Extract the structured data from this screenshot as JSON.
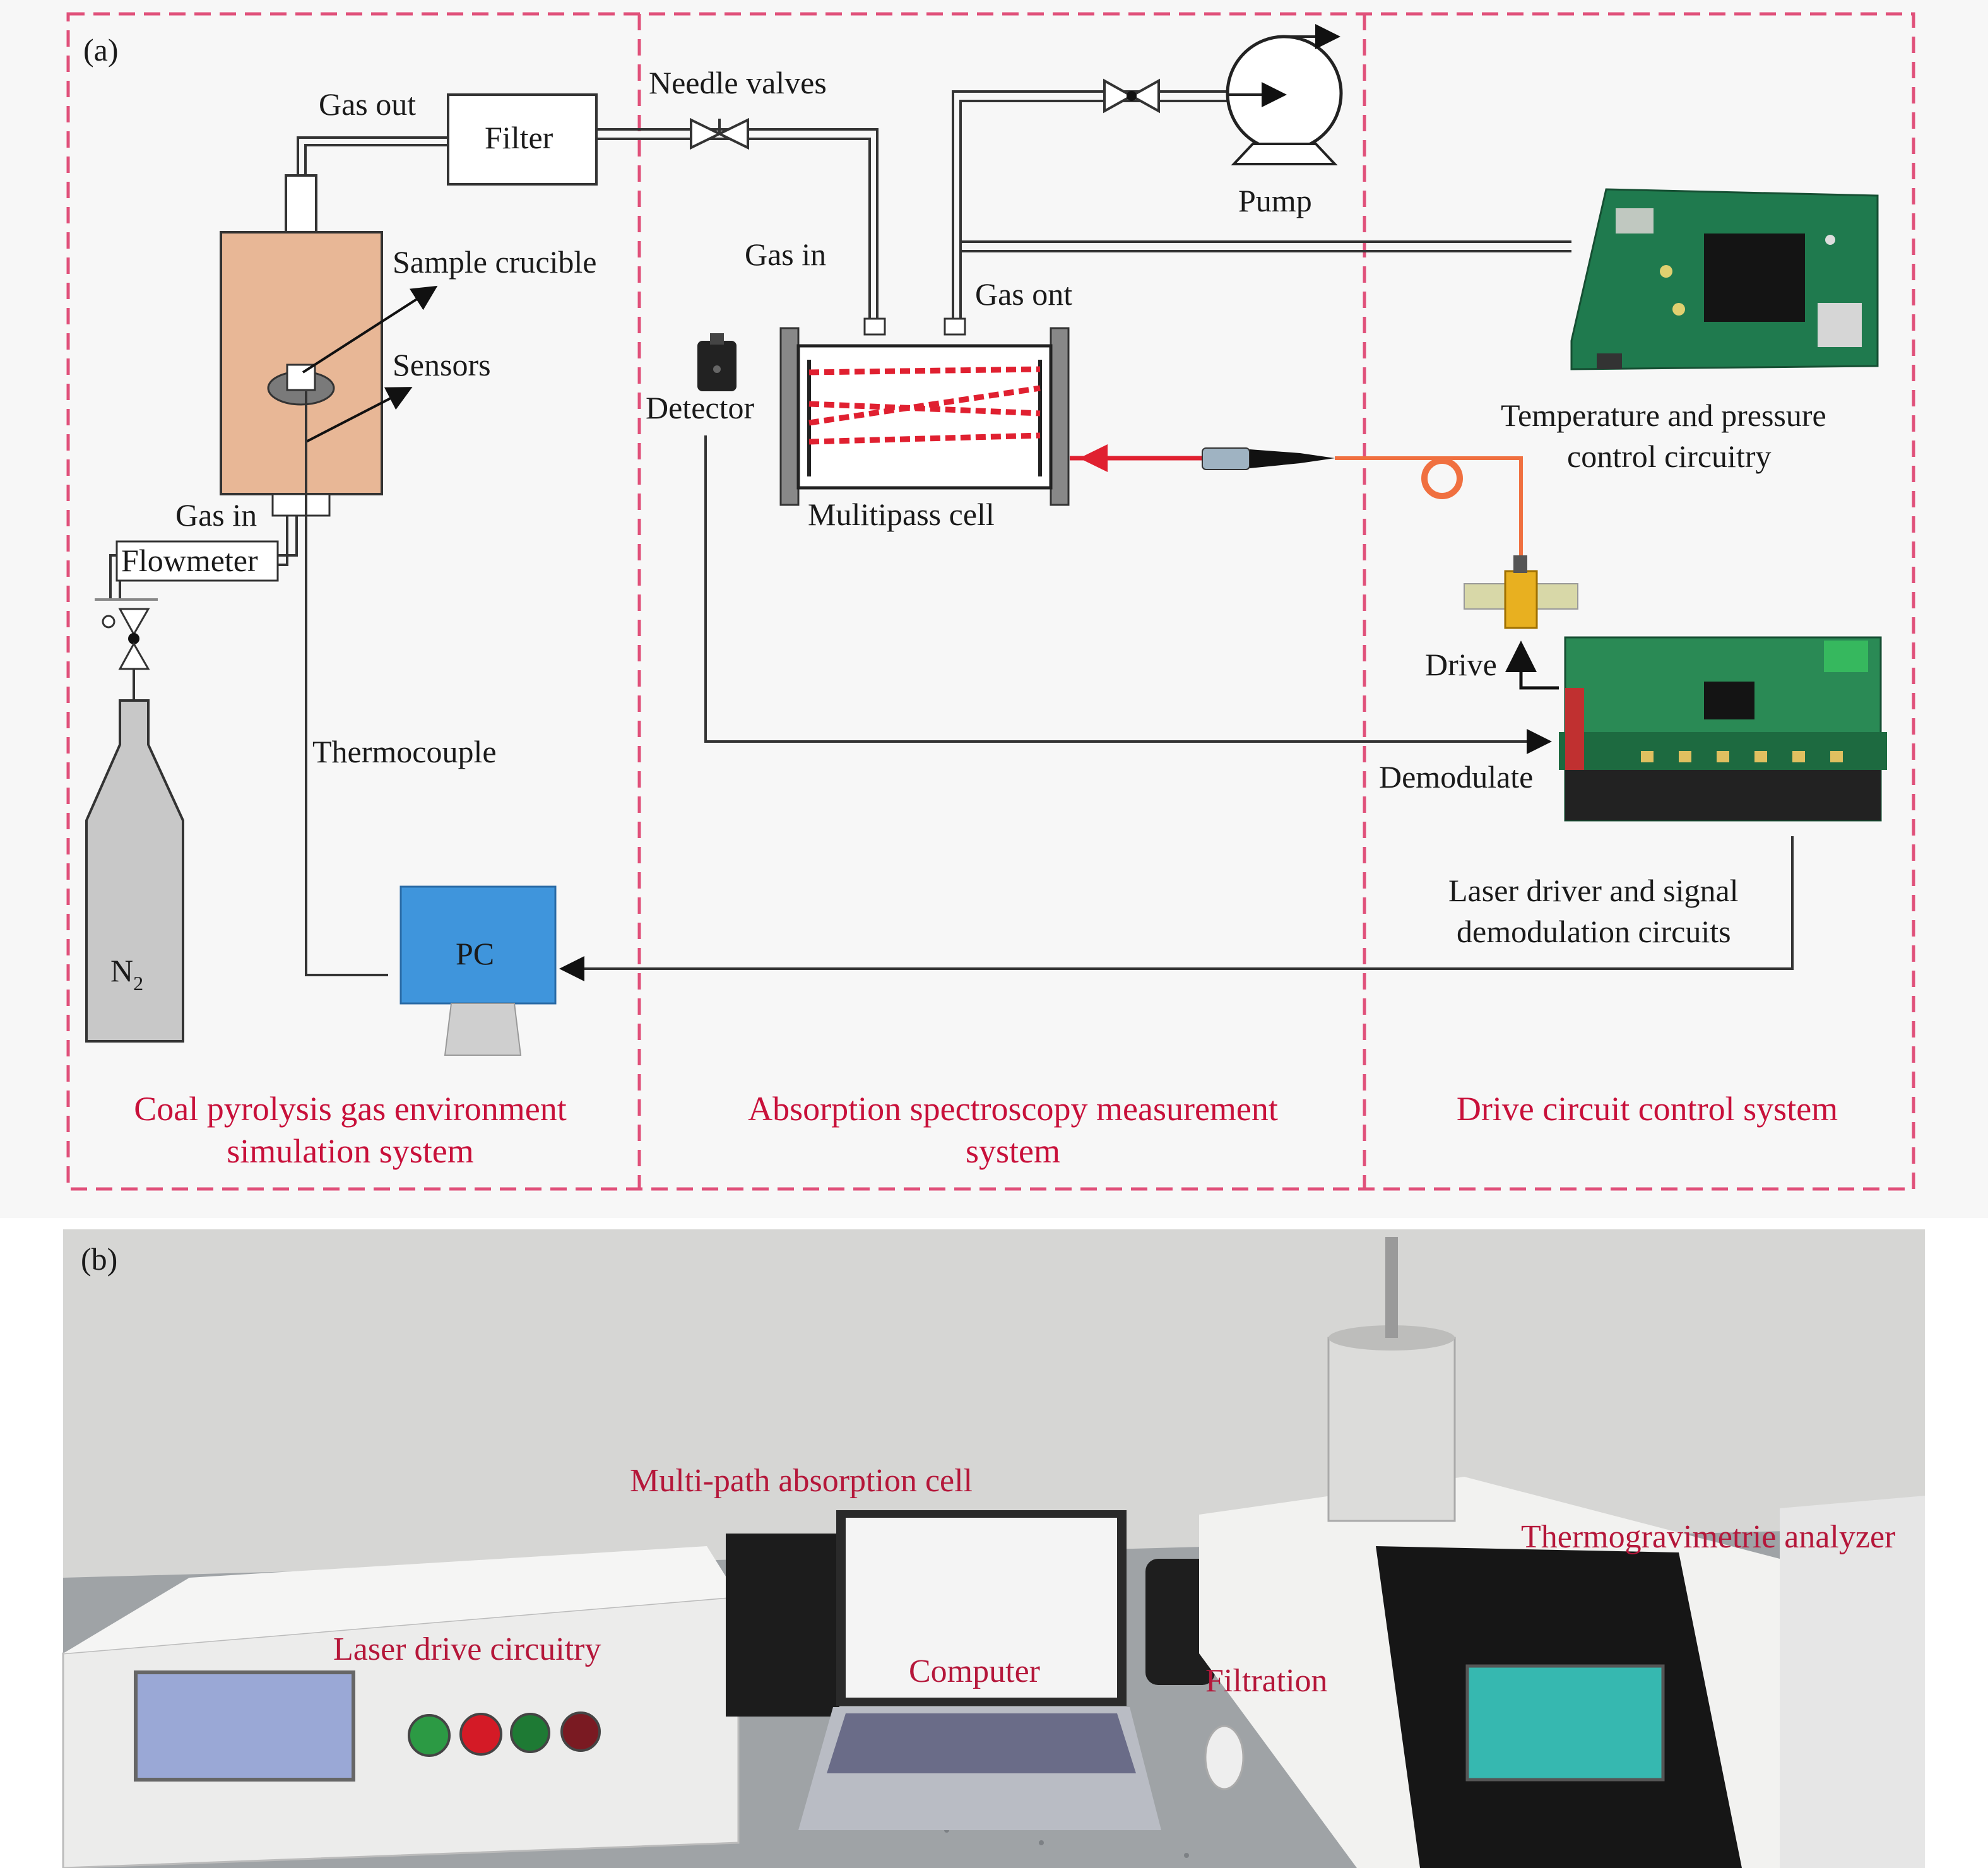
{
  "panel_a": {
    "tag": "(a)",
    "labels": {
      "gas_out": "Gas out",
      "filter": "Filter",
      "needle_valves": "Needle valves",
      "pump": "Pump",
      "sample_crucible": "Sample crucible",
      "sensors": "Sensors",
      "gas_in_left": "Gas in",
      "flowmeter": "Flowmeter",
      "n2": "N",
      "n2_sub": "2",
      "thermocouple": "Thermocouple",
      "pc": "PC",
      "gas_in_mid": "Gas in",
      "gas_ont": "Gas ont",
      "detector": "Detector",
      "multipass_cell": "Mulitipass cell",
      "temp_pressure_1": "Temperature and pressure",
      "temp_pressure_2": "control circuitry",
      "drive": "Drive",
      "demodulate": "Demodulate",
      "laser_driver_1": "Laser driver and signal",
      "laser_driver_2": "demodulation circuits"
    },
    "sections": {
      "coal_1": "Coal pyrolysis gas environment",
      "coal_2": "simulation system",
      "absorption_1": "Absorption spectroscopy measurement",
      "absorption_2": "system",
      "drive_circuit": "Drive circuit control system"
    }
  },
  "panel_b": {
    "tag": "(b)",
    "labels": {
      "multi_path_cell": "Multi-path absorption cell",
      "thermogravimetric": "Thermogravimetrie analyzer",
      "laser_drive": "Laser drive circuitry",
      "computer": "Computer",
      "filtration": "Filtration"
    }
  },
  "colors": {
    "section_border": "#e0507a",
    "section_text": "#c8103a",
    "furnace": "#e8b796",
    "pc_screen": "#3f95dc",
    "laser_red": "#e02030",
    "fiber_orange": "#f07040"
  }
}
